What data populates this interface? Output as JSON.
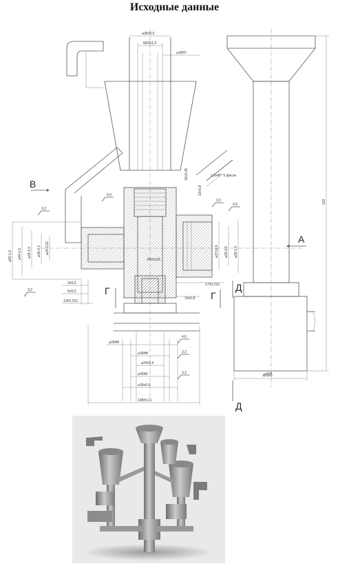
{
  "title": "Исходные данные",
  "view_labels": {
    "b": "В",
    "a": "А",
    "g": "Г",
    "d": "Д"
  },
  "dimensions": {
    "top_1": "⌀36±0,9",
    "top_2": "M20x1,5",
    "top_3": "⌀18H7",
    "right_1": "16±0,05",
    "right_2": "13±0,8",
    "chamfer": "1,5х45° 5 фасок",
    "rough_1": "3,2",
    "rough_2": "4,0",
    "rough_3": "3,2",
    "rough_4": "4,0",
    "left_1": "⌀52-1,0",
    "left_2": "⌀44-1,0",
    "left_3": "⌀26-1,0",
    "left_4": "⌀36-0,1",
    "left_5": "⌀24-0,02",
    "left_6": "3,2",
    "right_d1": "⌀37±0,9",
    "right_d2": "⌀26-0,1",
    "right_d3": "⌀36-1,0",
    "center_r": "R5±0,55",
    "mid_1": "3±0,5",
    "mid_2": "5±0,5",
    "mid_3": "13±0,215",
    "mid_4": "17±0,215",
    "mid_5": "15±0,8",
    "bottom_1": "⌀28H8",
    "bottom_2": "⌀39H8",
    "bottom_3": "⌀24±0,9",
    "bottom_4": "⌀30h8",
    "bottom_5": "⌀39±0,9",
    "bottom_6": "108±0,11",
    "bottom_r1": "4,0",
    "bottom_r2": "3,2",
    "bottom_r3": "3,2",
    "side_height": "310",
    "side_width": "⌀66"
  }
}
